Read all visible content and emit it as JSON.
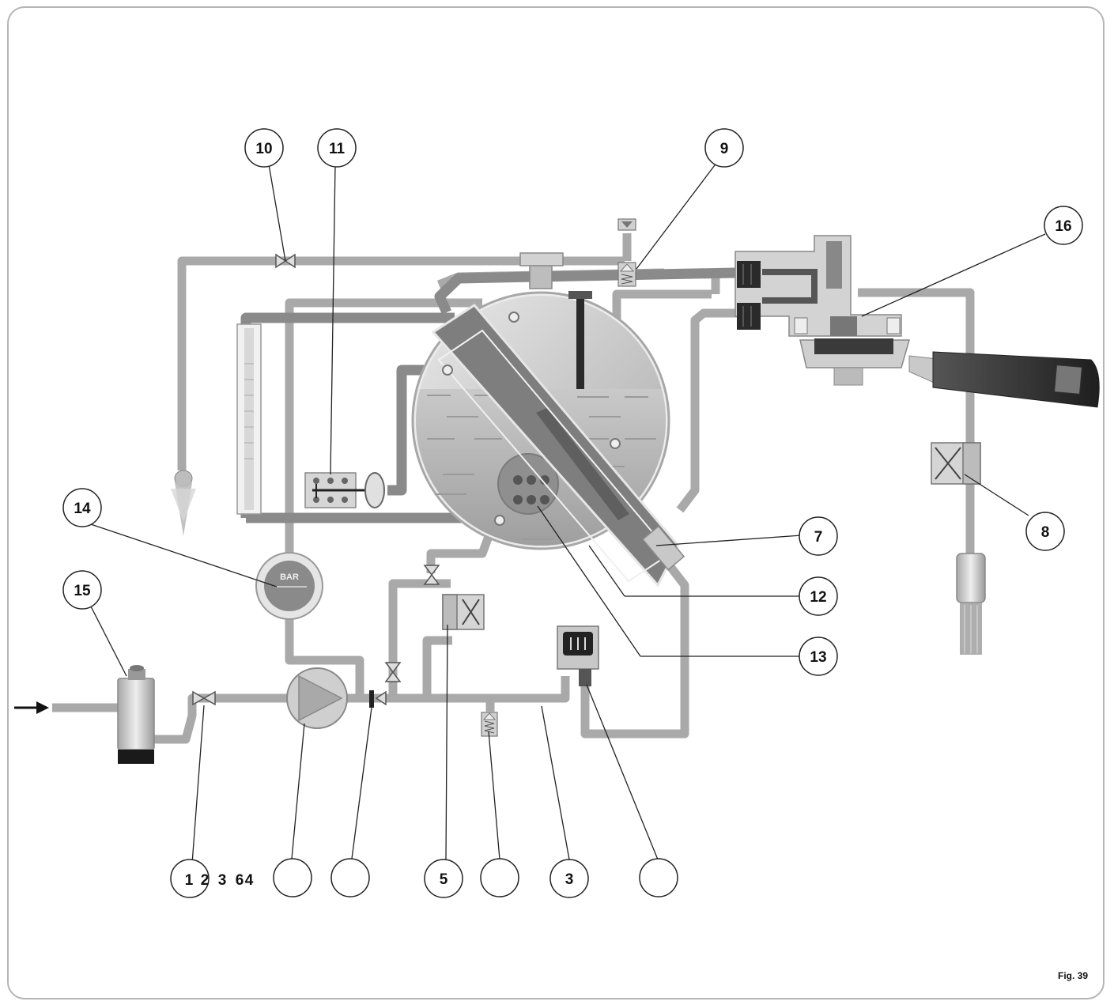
{
  "figure": {
    "label": "Fig. 39"
  },
  "gauge": {
    "unit": "BAR"
  },
  "callouts": {
    "c1": "1",
    "c2": "2",
    "c3a": "3",
    "c6": "6",
    "c4": "4",
    "c5": "5",
    "c3b": "3",
    "c7": "7",
    "c8": "8",
    "c9": "9",
    "c10": "10",
    "c11": "11",
    "c12": "12",
    "c13": "13",
    "c14": "14",
    "c15": "15",
    "c16": "16"
  }
}
